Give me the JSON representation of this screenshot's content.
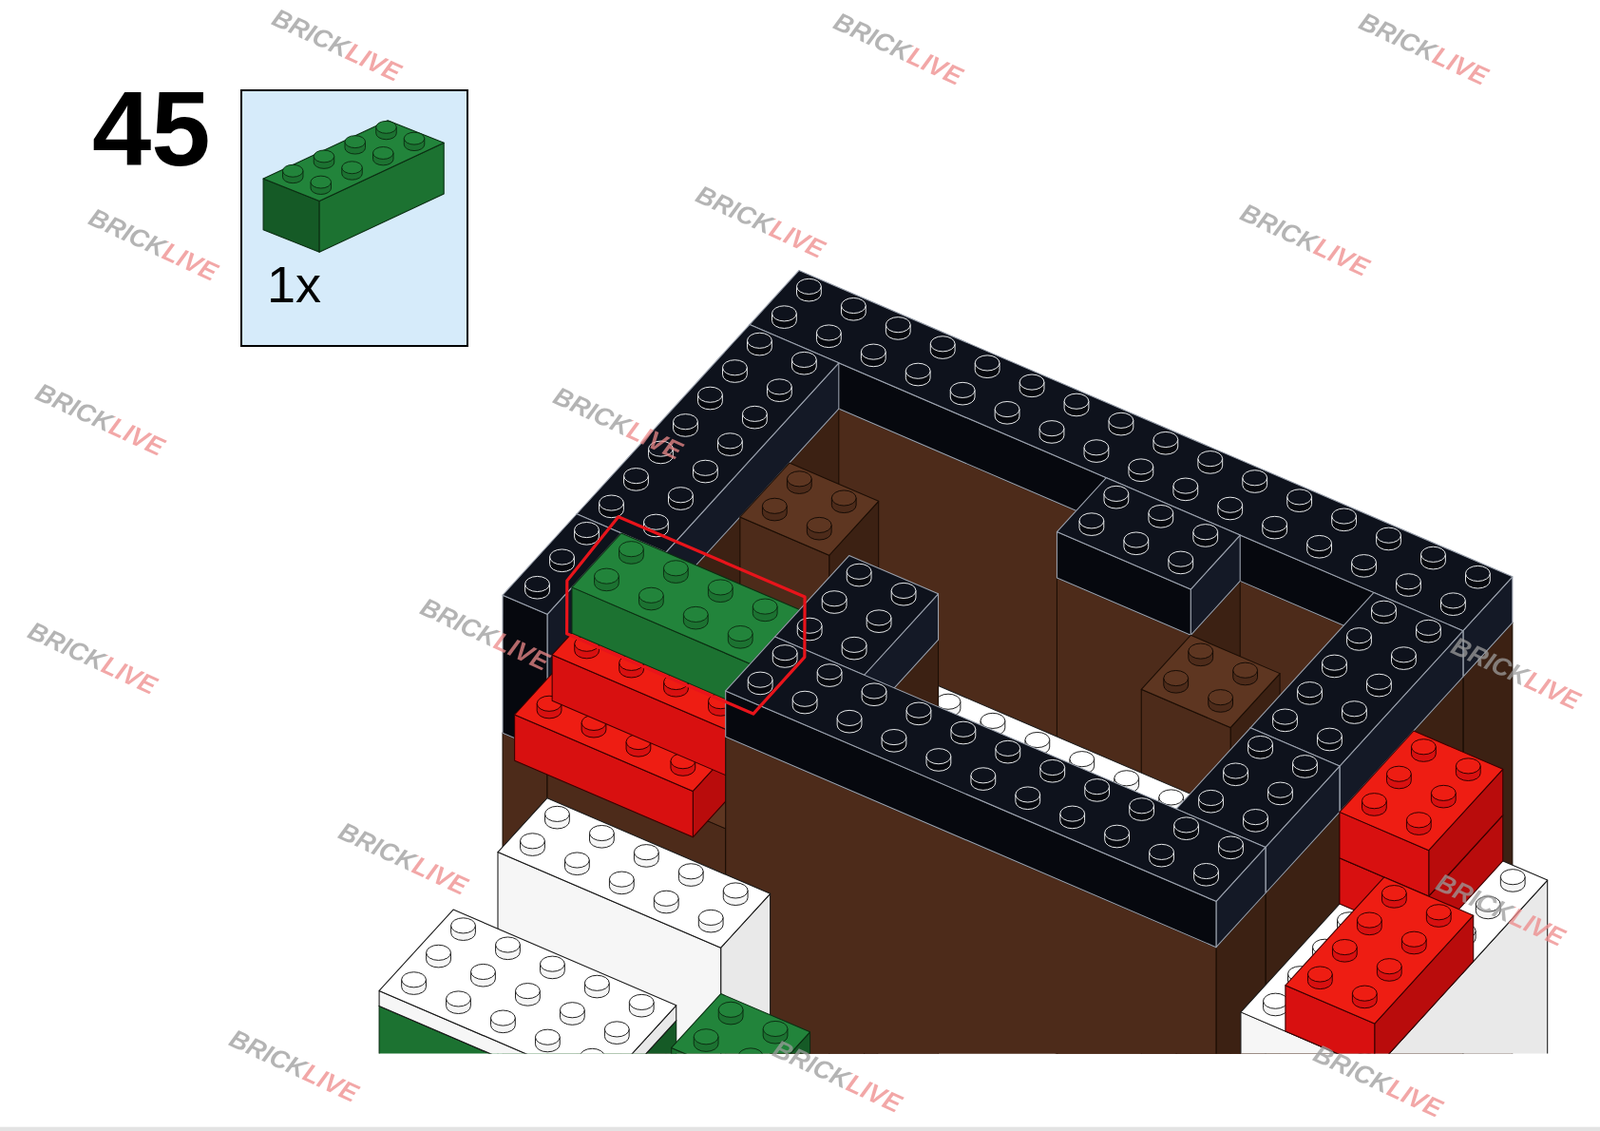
{
  "diagram": {
    "nodes": [
      {
        "text": [
          "1x"
        ]
      }
    ],
    "labels": [
      "45",
      "BRICKLIVE",
      "BRICKLIVE",
      "BRICKLIVE",
      "BRICKLIVE",
      "BRICKLIVE",
      "BRICKLIVE",
      "BRICKLIVE",
      "BRICKLIVE",
      "BRICKLIVE",
      "BRICKLIVE",
      "BRICKLIVE",
      "BRICKLIVE",
      "BRICKLIVE",
      "BRICKLIVE",
      "BRICKLIVE",
      "BRICKLIVE"
    ]
  }
}
